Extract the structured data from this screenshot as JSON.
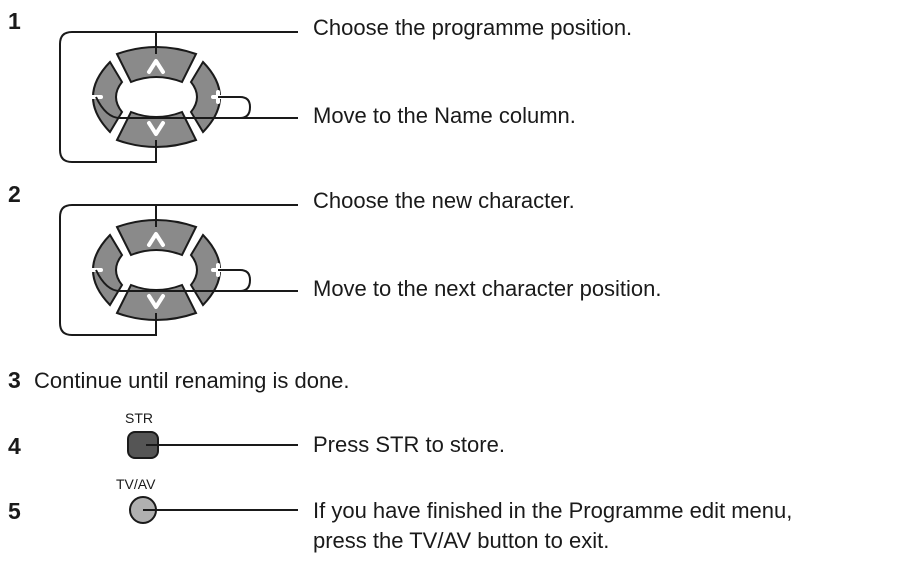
{
  "steps": [
    {
      "number": "1",
      "lines": [
        "Choose the programme position.",
        "Move to the Name column."
      ]
    },
    {
      "number": "2",
      "lines": [
        "Choose the new character.",
        "Move to the next character position."
      ]
    },
    {
      "number": "3",
      "text": "Continue until renaming is done."
    },
    {
      "number": "4",
      "button_label": "STR",
      "text": "Press STR to store."
    },
    {
      "number": "5",
      "button_label": "TV/AV",
      "lines": [
        "If you have finished in the Programme edit menu,",
        "press the TV/AV button to exit."
      ]
    }
  ],
  "colors": {
    "key_fill": "#8a8a8a",
    "key_dark": "#555555",
    "line": "#1a1a1a",
    "tvav_fill": "#b0b0b0"
  },
  "icons": [
    "chevron-up-icon",
    "chevron-down-icon",
    "minus-icon",
    "plus-icon"
  ]
}
